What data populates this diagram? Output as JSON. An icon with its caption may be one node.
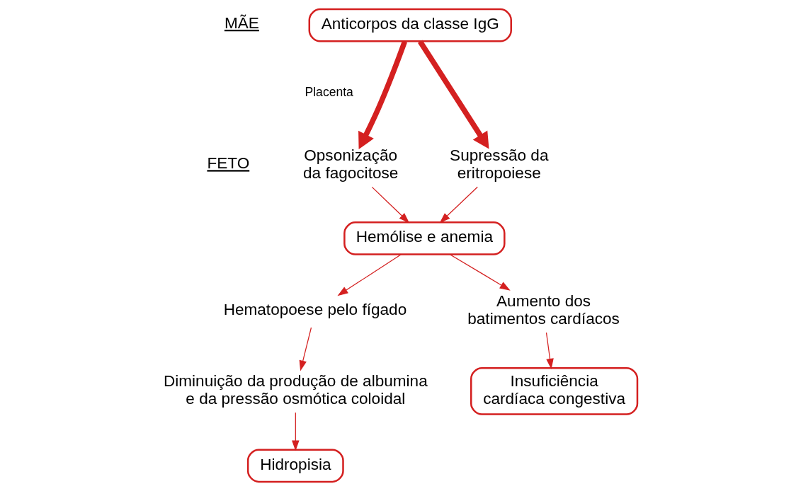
{
  "diagram": {
    "nodes": [
      {
        "text": [
          "Anticorpos da classe IgG"
        ]
      },
      {
        "text": [
          "Opsonização da fagocitose"
        ]
      },
      {
        "text": [
          "Supressão da eritropoiese"
        ]
      },
      {
        "text": [
          "Hemólise e anemia"
        ]
      },
      {
        "text": [
          "Hematopoese pelo fígado"
        ]
      },
      {
        "text": [
          "Aumento dos batimentos cardíacos"
        ]
      },
      {
        "text": [
          "Diminuição da produção de albumina e da pressão osmótica coloidal"
        ]
      },
      {
        "text": [
          "Insuficiência cardíaca congestiva"
        ]
      },
      {
        "text": [
          "Hidropisia"
        ]
      }
    ],
    "edges": [
      {
        "from": 0,
        "to": 1,
        "arrow": "to",
        "style": "thick"
      },
      {
        "from": 0,
        "to": 2,
        "arrow": "to",
        "style": "thick"
      },
      {
        "from": 1,
        "to": 3,
        "arrow": "to"
      },
      {
        "from": 2,
        "to": 3,
        "arrow": "to"
      },
      {
        "from": 3,
        "to": 4,
        "arrow": "to"
      },
      {
        "from": 3,
        "to": 5,
        "arrow": "to"
      },
      {
        "from": 4,
        "to": 6,
        "arrow": "to"
      },
      {
        "from": 6,
        "to": 8,
        "arrow": "to"
      },
      {
        "from": 5,
        "to": 7,
        "arrow": "to"
      }
    ],
    "labels": [
      "MÃE",
      "Placenta",
      "FETO"
    ]
  }
}
